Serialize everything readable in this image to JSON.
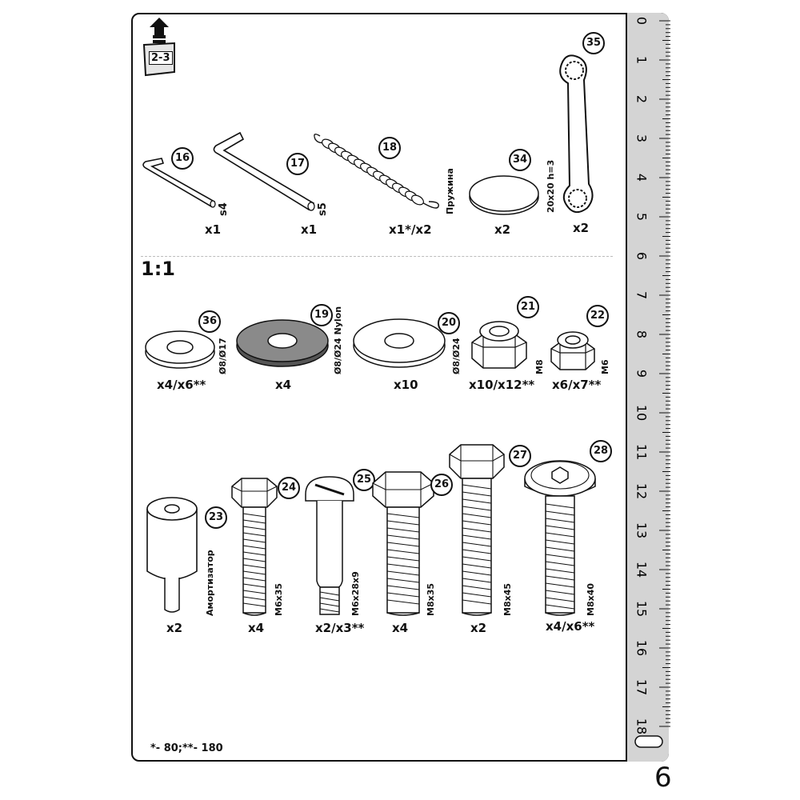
{
  "page_number": "6",
  "scale_label": "1:1",
  "footnote": "*- 80;**- 180",
  "nav_badge": "2-3",
  "spring_label": "Пружина",
  "parts_top": [
    {
      "id": "16",
      "size": "s4",
      "qty": "x1"
    },
    {
      "id": "17",
      "size": "s5",
      "qty": "x1"
    },
    {
      "id": "18",
      "size": "",
      "qty": "x1*/x2"
    },
    {
      "id": "34",
      "size": "20x20 h=3",
      "qty": "x2"
    },
    {
      "id": "35",
      "size": "",
      "qty": "x2"
    }
  ],
  "parts_mid": [
    {
      "id": "36",
      "size": "Ø8/Ø17",
      "qty": "x4/x6**"
    },
    {
      "id": "19",
      "size": "Ø8/Ø24 Nylon",
      "qty": "x4"
    },
    {
      "id": "20",
      "size": "Ø8/Ø24",
      "qty": "x10"
    },
    {
      "id": "21",
      "size": "M8",
      "qty": "x10/x12**"
    },
    {
      "id": "22",
      "size": "M6",
      "qty": "x6/x7**"
    }
  ],
  "parts_bottom": [
    {
      "id": "23",
      "size": "Амортизатор",
      "qty": "x2"
    },
    {
      "id": "24",
      "size": "M6x35",
      "qty": "x4"
    },
    {
      "id": "25",
      "size": "M6x28x9",
      "qty": "x2/x3**"
    },
    {
      "id": "26",
      "size": "M8x35",
      "qty": "x4"
    },
    {
      "id": "27",
      "size": "M8x45",
      "qty": "x2"
    },
    {
      "id": "28",
      "size": "M8x40",
      "qty": "x4/x6**"
    }
  ],
  "ruler_labels": [
    "0",
    "1",
    "2",
    "3",
    "4",
    "5",
    "6",
    "7",
    "8",
    "9",
    "10",
    "11",
    "12",
    "13",
    "14",
    "15",
    "16",
    "17",
    "18"
  ]
}
